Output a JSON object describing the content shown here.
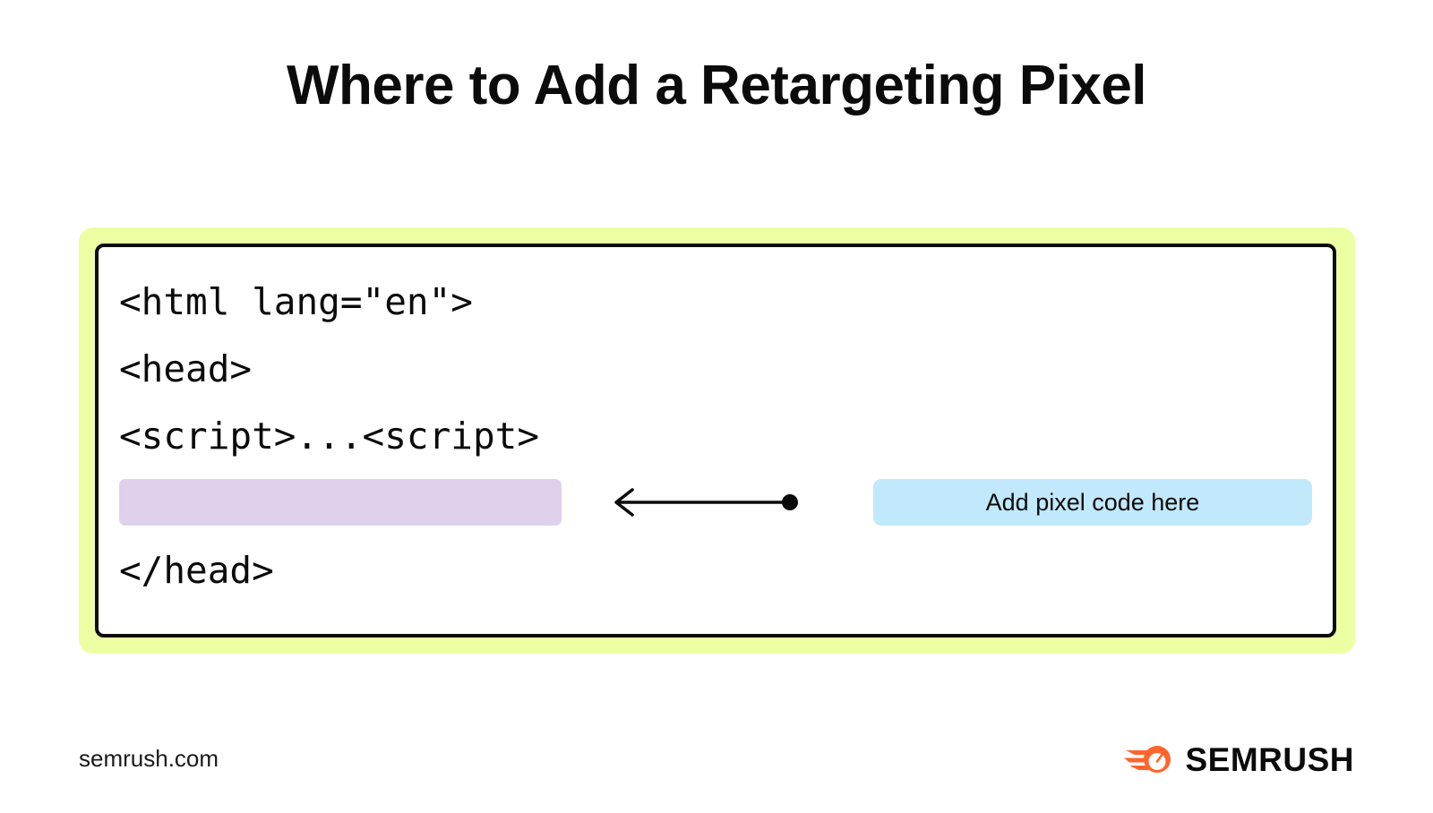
{
  "page": {
    "background_color": "#ffffff",
    "title": "Where to Add a Retargeting Pixel"
  },
  "code_block": {
    "frame_color": "#edffa3",
    "card_background": "#ffffff",
    "card_border_color": "#0b0b0b",
    "lines": [
      {
        "text": "<html lang=\"en\">"
      },
      {
        "text": "<head>"
      },
      {
        "text": "<script>...<script>"
      },
      {
        "text": "</head>"
      }
    ],
    "placeholder_bar": {
      "label": "",
      "color": "#dfd0ec"
    }
  },
  "annotation": {
    "arrow_direction": "left",
    "arrow_color": "#0b0b0b",
    "callout_label": "Add pixel code here",
    "callout_color": "#c2e8fb"
  },
  "footer": {
    "url": "semrush.com",
    "brand_name": "SEMRUSH",
    "brand_mark_color": "#ff642d",
    "brand_word_color": "#0b0b0b"
  }
}
